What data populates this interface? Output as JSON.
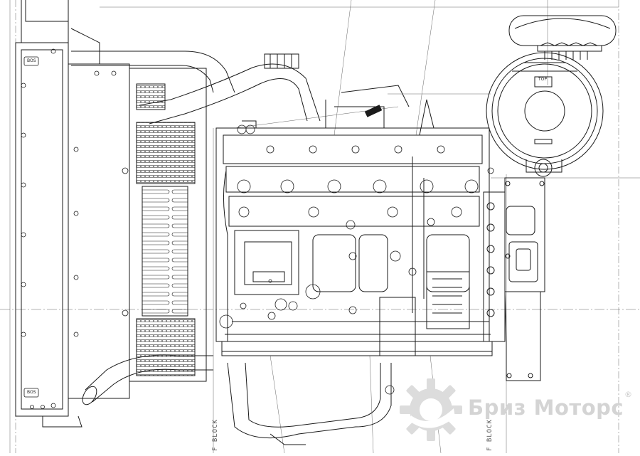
{
  "watermark": {
    "brand": "Бриз Моторс",
    "registered_mark": "®",
    "icon": "gear-logo-icon",
    "color": "#d4d4d4"
  },
  "annotations": {
    "block_label_left": "F BLOCK",
    "block_label_right": "F BLOCK",
    "top_mark": "TOP",
    "badge_left_top": "BOS",
    "badge_left_bottom": "BOS"
  },
  "colors": {
    "line": "#1a1a1a",
    "construction_line": "#555555",
    "background": "#ffffff"
  }
}
